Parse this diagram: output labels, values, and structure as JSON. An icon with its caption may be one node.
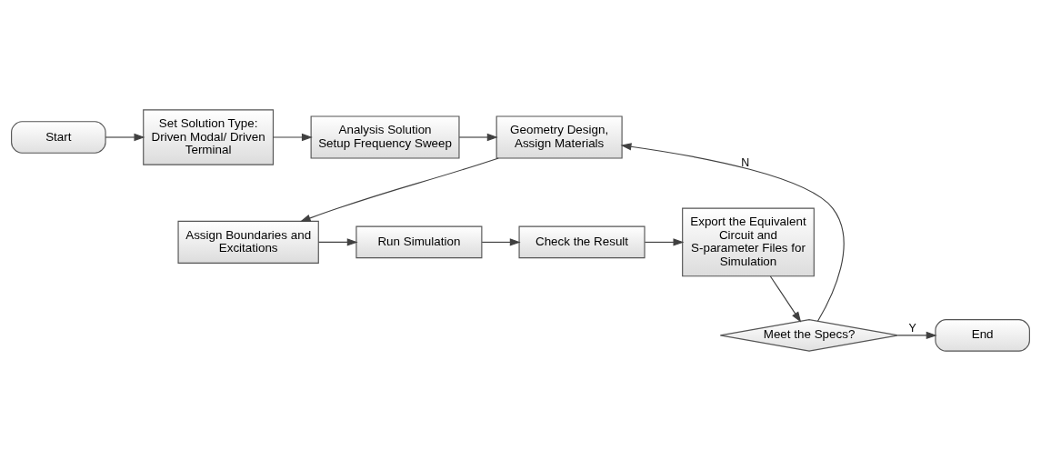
{
  "diagram": {
    "nodes": [
      {
        "text": [
          "Start"
        ]
      },
      {
        "text": [
          "Set Solution Type: Driven Modal/ Driven Terminal"
        ]
      },
      {
        "text": [
          "Analysis Solution Setup Frequency Sweep"
        ]
      },
      {
        "text": [
          "Geometry Design, Assign Materials"
        ]
      },
      {
        "text": [
          "Assign Boundaries and Excitations"
        ]
      },
      {
        "text": [
          "Run Simulation"
        ]
      },
      {
        "text": [
          "Check the Result"
        ]
      },
      {
        "text": [
          "Export the Equivalent Circuit and S-parameter Files for Simulation"
        ]
      },
      {
        "text": [
          "Meet the Specs?"
        ]
      },
      {
        "text": [
          "End"
        ]
      }
    ],
    "edges": [
      {
        "from": 0,
        "to": 1,
        "arrow": "to"
      },
      {
        "from": 1,
        "to": 2,
        "arrow": "to"
      },
      {
        "from": 2,
        "to": 3,
        "arrow": "to"
      },
      {
        "from": 3,
        "to": 4,
        "arrow": "to"
      },
      {
        "from": 4,
        "to": 5,
        "arrow": "to"
      },
      {
        "from": 5,
        "to": 6,
        "arrow": "to"
      },
      {
        "from": 6,
        "to": 7,
        "arrow": "to"
      },
      {
        "from": 7,
        "to": 8,
        "arrow": "to"
      },
      {
        "from": 8,
        "to": 9,
        "arrow": "to",
        "label": "Y"
      },
      {
        "from": 8,
        "to": 3,
        "arrow": "to",
        "label": "N"
      }
    ]
  }
}
